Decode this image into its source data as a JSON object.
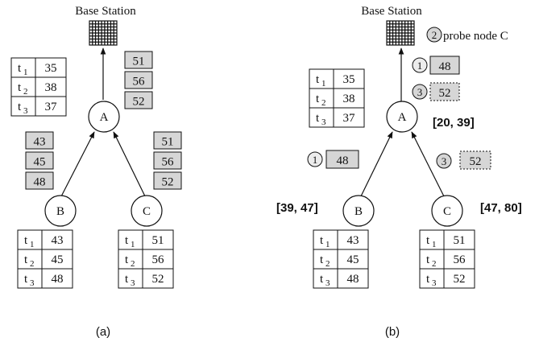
{
  "colors": {
    "box_fill": "#d6d6d6",
    "stroke": "#111111",
    "background": "#ffffff"
  },
  "panel_a": {
    "base_station_label": "Base Station",
    "caption": "(a)",
    "nodes": {
      "a": "A",
      "b": "B",
      "c": "C"
    },
    "node_a_table": {
      "rows": [
        [
          "t",
          "1",
          "35"
        ],
        [
          "t",
          "2",
          "38"
        ],
        [
          "t",
          "3",
          "37"
        ]
      ]
    },
    "node_b_table": {
      "rows": [
        [
          "t",
          "1",
          "43"
        ],
        [
          "t",
          "2",
          "45"
        ],
        [
          "t",
          "3",
          "48"
        ]
      ]
    },
    "node_c_table": {
      "rows": [
        [
          "t",
          "1",
          "51"
        ],
        [
          "t",
          "2",
          "56"
        ],
        [
          "t",
          "3",
          "52"
        ]
      ]
    },
    "messages_a_to_base": [
      "51",
      "56",
      "52"
    ],
    "messages_b_to_a": [
      "43",
      "45",
      "48"
    ],
    "messages_c_to_a": [
      "51",
      "56",
      "52"
    ]
  },
  "panel_b": {
    "base_station_label": "Base Station",
    "caption": "(b)",
    "nodes": {
      "a": "A",
      "b": "B",
      "c": "C"
    },
    "node_a_table": {
      "rows": [
        [
          "t",
          "1",
          "35"
        ],
        [
          "t",
          "2",
          "38"
        ],
        [
          "t",
          "3",
          "37"
        ]
      ]
    },
    "node_b_table": {
      "rows": [
        [
          "t",
          "1",
          "43"
        ],
        [
          "t",
          "2",
          "45"
        ],
        [
          "t",
          "3",
          "48"
        ]
      ]
    },
    "node_c_table": {
      "rows": [
        [
          "t",
          "1",
          "51"
        ],
        [
          "t",
          "2",
          "56"
        ],
        [
          "t",
          "3",
          "52"
        ]
      ]
    },
    "step2_number": "2",
    "step2_text": "probe node C",
    "a_to_base_step1": {
      "step": "1",
      "value": "48"
    },
    "a_to_base_step3": {
      "step": "3",
      "value": "52"
    },
    "b_to_a_step1": {
      "step": "1",
      "value": "48"
    },
    "c_to_a_step3": {
      "step": "3",
      "value": "52"
    },
    "range_a": "[20, 39]",
    "range_b": "[39, 47]",
    "range_c": "[47, 80]"
  }
}
